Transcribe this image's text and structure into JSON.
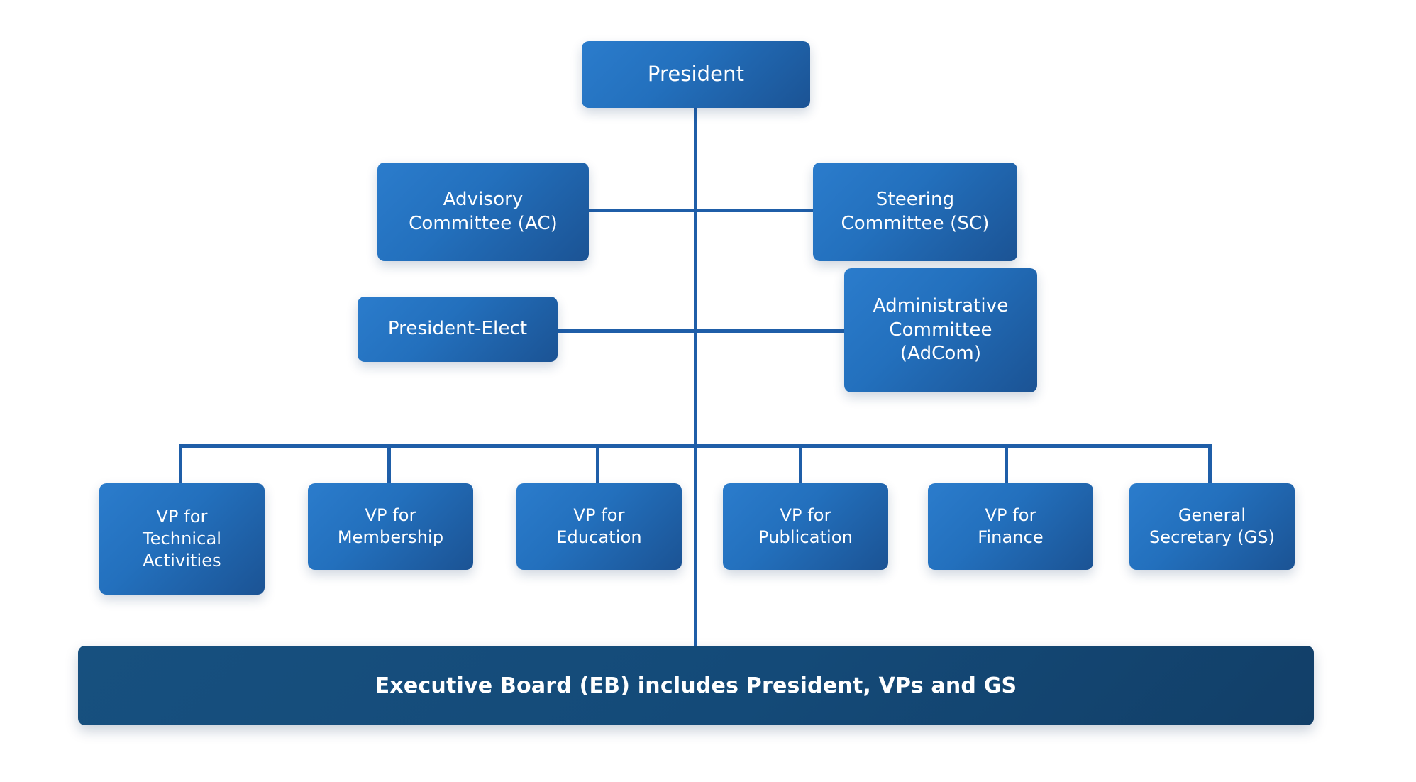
{
  "chart_data": {
    "type": "diagram",
    "diagram_type": "organization-chart",
    "title": "",
    "line_color": "#1f5ea8",
    "node_gradient_from": "#2b7ccc",
    "node_gradient_to": "#1b5394",
    "banner_color": "#164a7a",
    "background": "#ffffff",
    "nodes": [
      {
        "id": "president",
        "label": "President",
        "tier": 1
      },
      {
        "id": "ac",
        "label": "Advisory\nCommittee (AC)",
        "tier": 2
      },
      {
        "id": "sc",
        "label": "Steering\nCommittee (SC)",
        "tier": 2
      },
      {
        "id": "president-elect",
        "label": "President-Elect",
        "tier": 3
      },
      {
        "id": "adcom",
        "label": "Administrative\nCommittee\n(AdCom)",
        "tier": 3
      },
      {
        "id": "vp-technical",
        "label": "VP for\nTechnical\nActivities",
        "tier": 4
      },
      {
        "id": "vp-membership",
        "label": "VP for\nMembership",
        "tier": 4
      },
      {
        "id": "vp-education",
        "label": "VP for\nEducation",
        "tier": 4
      },
      {
        "id": "vp-publication",
        "label": "VP for\nPublication",
        "tier": 4
      },
      {
        "id": "vp-finance",
        "label": "VP for\nFinance",
        "tier": 4
      },
      {
        "id": "general-secretary",
        "label": "General\nSecretary (GS)",
        "tier": 4
      },
      {
        "id": "executive-board",
        "label": "Executive Board (EB) includes President, VPs and GS",
        "tier": 5
      }
    ],
    "edges": [
      {
        "from": "president",
        "to": "ac"
      },
      {
        "from": "president",
        "to": "sc"
      },
      {
        "from": "president",
        "to": "president-elect"
      },
      {
        "from": "president",
        "to": "adcom"
      },
      {
        "from": "president",
        "to": "vp-technical"
      },
      {
        "from": "president",
        "to": "vp-membership"
      },
      {
        "from": "president",
        "to": "vp-education"
      },
      {
        "from": "president",
        "to": "vp-publication"
      },
      {
        "from": "president",
        "to": "vp-finance"
      },
      {
        "from": "president",
        "to": "general-secretary"
      },
      {
        "from": "president",
        "to": "executive-board"
      }
    ]
  },
  "tier1": {
    "president": "President"
  },
  "tier2": {
    "advisory_committee": "Advisory\nCommittee (AC)",
    "steering_committee": "Steering\nCommittee (SC)"
  },
  "tier3": {
    "president_elect": "President-Elect",
    "administrative_committee": "Administrative\nCommittee\n(AdCom)"
  },
  "tier4": {
    "vp_technical_activities": "VP for\nTechnical\nActivities",
    "vp_membership": "VP for\nMembership",
    "vp_education": "VP for\nEducation",
    "vp_publication": "VP for\nPublication",
    "vp_finance": "VP for\nFinance",
    "general_secretary": "General\nSecretary (GS)"
  },
  "tier5": {
    "executive_board": "Executive Board (EB) includes President, VPs and GS"
  }
}
